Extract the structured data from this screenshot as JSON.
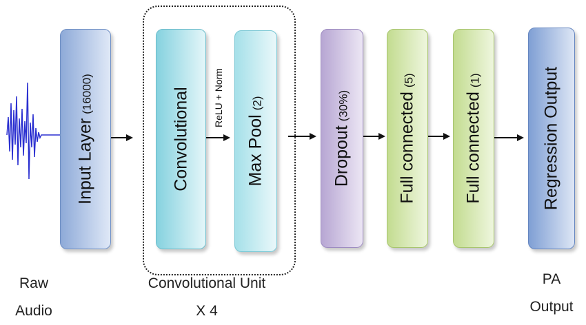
{
  "blocks": {
    "input": {
      "label": "Input Layer",
      "param": "(16000)"
    },
    "conv": {
      "label": "Convolutional",
      "param": ""
    },
    "pool": {
      "label": "Max Pool",
      "param": "(2)"
    },
    "dropout": {
      "label": "Dropout",
      "param": "(30%)"
    },
    "fc1": {
      "label": "Full connected",
      "param": "(5)"
    },
    "fc2": {
      "label": "Full connected",
      "param": "(1)"
    },
    "regression": {
      "label": "Regression Output",
      "param": ""
    }
  },
  "edge_labels": {
    "relu": "ReLU + Norm"
  },
  "captions": {
    "raw_line1": "Raw",
    "raw_line2": "Audio",
    "unit_line1": "Convolutional Unit",
    "unit_line2": "X 4",
    "out_line1": "PA",
    "out_line2": "Output"
  },
  "colors": {
    "input": "#8eaad8",
    "conv": "#86d2df",
    "pool": "#9fdde6",
    "dropout": "#b7a6d3",
    "fc": "#c3dc90",
    "regression": "#7f9fd4",
    "waveform": "#2a2fd0"
  }
}
